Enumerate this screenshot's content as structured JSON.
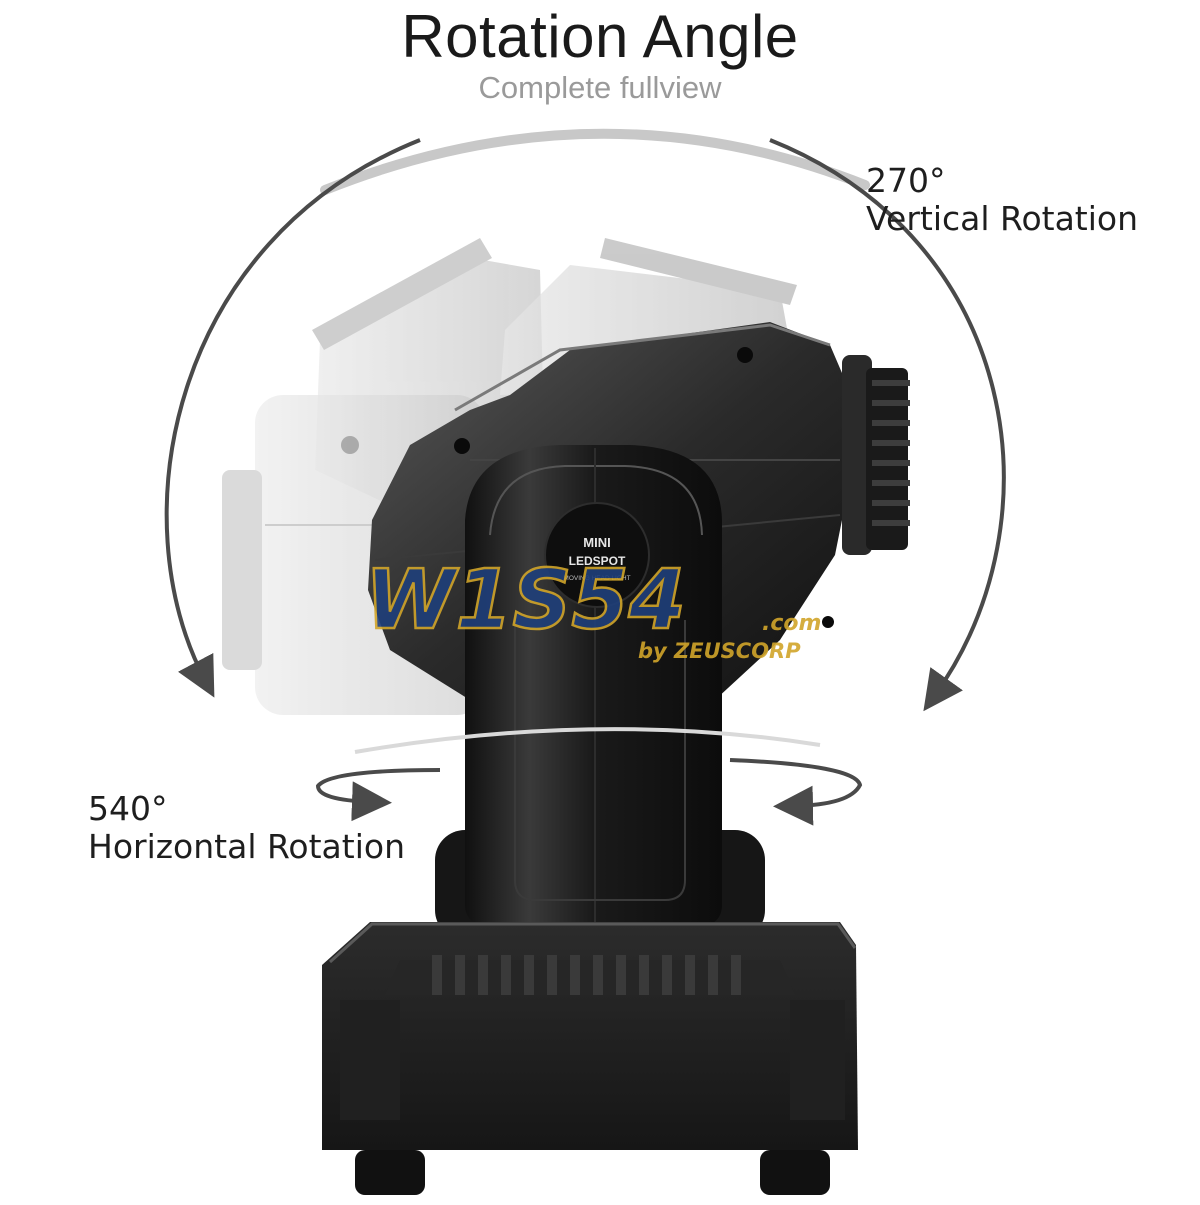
{
  "header": {
    "title": "Rotation Angle",
    "subtitle": "Complete fullview"
  },
  "vertical_rotation": {
    "degrees": "270°",
    "label": "Vertical Rotation"
  },
  "horizontal_rotation": {
    "degrees": "540°",
    "label": "Horizontal Rotation"
  },
  "product_badge": {
    "line1": "MINI",
    "line2": "LEDSPOT",
    "line3": "MOVING HEAD LIGHT"
  },
  "watermark": {
    "brand": "W1S54",
    "suffix": ".com",
    "byline": "by ZEUSCORP"
  },
  "colors": {
    "body_dark": "#1f1f1f",
    "ghost": "#cfcfcf",
    "arrow": "#4a4a4a",
    "watermark_blue": "#1f3f7a",
    "watermark_gold": "#d1a52a"
  }
}
